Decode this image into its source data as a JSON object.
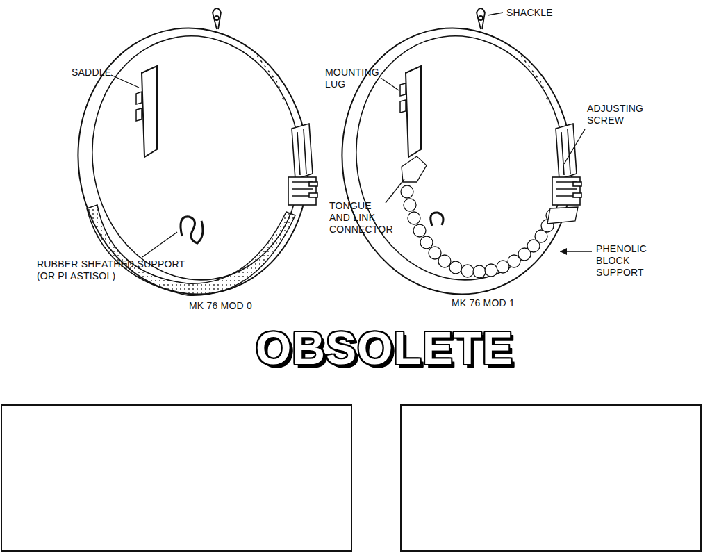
{
  "diagram": {
    "labels": [
      "SHACKLE",
      "SADDLE",
      "MOUNTING LUG",
      "ADJUSTING SCREW",
      "TONGUE AND LINK CONNECTOR",
      "RUBBER SHEATHED SUPPORT (OR PLASTISOL)",
      "PHENOLIC BLOCK SUPPORT",
      "MK 76 MOD 0",
      "MK 76 MOD 1",
      "OBSOLETE"
    ]
  }
}
